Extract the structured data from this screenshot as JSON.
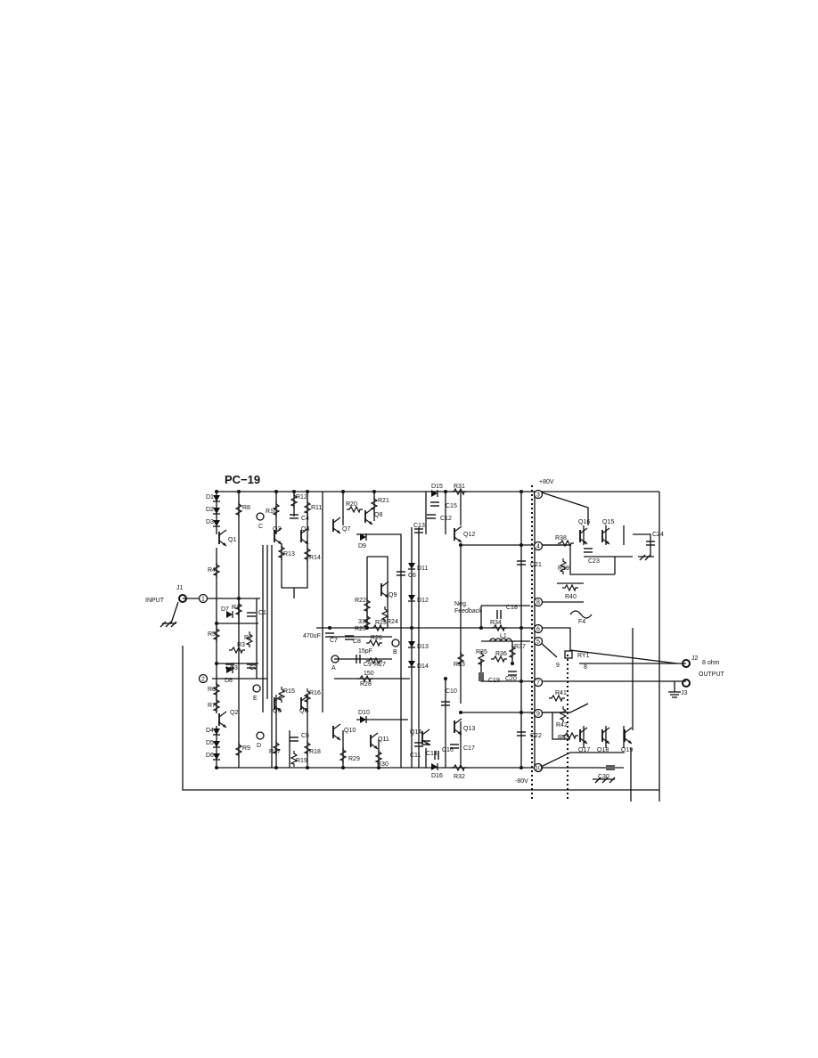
{
  "diagram": {
    "title": "PC−19",
    "supply_positive": "+80V",
    "supply_negative": "-80V",
    "input_label": "INPUT",
    "output_label": "OUTPUT",
    "load_label": "8 ohm",
    "feedback_label": "Neg.\nFeedback",
    "connectors": {
      "j1": "J1",
      "j2": "J2",
      "j3": "J3"
    },
    "test_points": {
      "a": "A",
      "b": "B",
      "c": "C",
      "d": "D",
      "e": "E"
    },
    "values": {
      "c470": "470uF",
      "r33k": "33K",
      "c15p": "15pF",
      "r150": "150"
    },
    "relay": {
      "name": "RY1",
      "pin9": "9",
      "pin8": "8"
    },
    "fuse": "F4",
    "inductor": "L1",
    "nodes": [
      "1",
      "2",
      "3",
      "4",
      "5",
      "6",
      "7",
      "8",
      "9",
      "10"
    ],
    "diodes": [
      {
        "id": "d1",
        "label": "D1"
      },
      {
        "id": "d2",
        "label": "D2"
      },
      {
        "id": "d3",
        "label": "D3"
      },
      {
        "id": "d4",
        "label": "D4"
      },
      {
        "id": "d5",
        "label": "D5"
      },
      {
        "id": "d6",
        "label": "D6"
      },
      {
        "id": "d7",
        "label": "D7"
      },
      {
        "id": "d8",
        "label": "D8"
      },
      {
        "id": "d9",
        "label": "D9"
      },
      {
        "id": "d10",
        "label": "D10"
      },
      {
        "id": "d11",
        "label": "D11"
      },
      {
        "id": "d12",
        "label": "D12"
      },
      {
        "id": "d13",
        "label": "D13"
      },
      {
        "id": "d14",
        "label": "D14"
      },
      {
        "id": "d15",
        "label": "D15"
      },
      {
        "id": "d16",
        "label": "D16"
      }
    ],
    "transistors": [
      {
        "id": "q1",
        "label": "Q1"
      },
      {
        "id": "q2",
        "label": "Q2"
      },
      {
        "id": "q3",
        "label": "Q3"
      },
      {
        "id": "q4",
        "label": "Q4"
      },
      {
        "id": "q5",
        "label": "Q5"
      },
      {
        "id": "q6",
        "label": "Q6"
      },
      {
        "id": "q7",
        "label": "Q7"
      },
      {
        "id": "q8",
        "label": "Q8"
      },
      {
        "id": "q9",
        "label": "Q9"
      },
      {
        "id": "q10",
        "label": "Q10"
      },
      {
        "id": "q11",
        "label": "Q11"
      },
      {
        "id": "q12",
        "label": "Q12"
      },
      {
        "id": "q13",
        "label": "Q13"
      },
      {
        "id": "q14",
        "label": "Q14"
      },
      {
        "id": "q15",
        "label": "Q15"
      },
      {
        "id": "q16",
        "label": "Q16"
      },
      {
        "id": "q17",
        "label": "Q17"
      },
      {
        "id": "q18",
        "label": "Q18"
      },
      {
        "id": "q19",
        "label": "Q19"
      }
    ],
    "resistors": [
      {
        "id": "r1",
        "label": "R1"
      },
      {
        "id": "r2",
        "label": "R2"
      },
      {
        "id": "r3",
        "label": "R3"
      },
      {
        "id": "r4",
        "label": "R4"
      },
      {
        "id": "r5",
        "label": "R5"
      },
      {
        "id": "r6",
        "label": "R6"
      },
      {
        "id": "r7",
        "label": "R7"
      },
      {
        "id": "r8",
        "label": "R8"
      },
      {
        "id": "r9",
        "label": "R9"
      },
      {
        "id": "r10",
        "label": "R10"
      },
      {
        "id": "r11",
        "label": "R11"
      },
      {
        "id": "r12",
        "label": "R12"
      },
      {
        "id": "r13",
        "label": "R13"
      },
      {
        "id": "r14",
        "label": "R14"
      },
      {
        "id": "r15",
        "label": "R15"
      },
      {
        "id": "r16",
        "label": "R16"
      },
      {
        "id": "r17",
        "label": "R17"
      },
      {
        "id": "r18",
        "label": "R18"
      },
      {
        "id": "r19",
        "label": "R19"
      },
      {
        "id": "r20",
        "label": "R20"
      },
      {
        "id": "r21",
        "label": "R21"
      },
      {
        "id": "r22",
        "label": "R22"
      },
      {
        "id": "r23",
        "label": "R23"
      },
      {
        "id": "r24",
        "label": "R24"
      },
      {
        "id": "r25",
        "label": "R25"
      },
      {
        "id": "r26",
        "label": "R26"
      },
      {
        "id": "r27",
        "label": "R27"
      },
      {
        "id": "r28",
        "label": "R28"
      },
      {
        "id": "r29",
        "label": "R29"
      },
      {
        "id": "r30",
        "label": "R30"
      },
      {
        "id": "r31",
        "label": "R31"
      },
      {
        "id": "r32",
        "label": "R32"
      },
      {
        "id": "r33",
        "label": "R33"
      },
      {
        "id": "r34",
        "label": "R34"
      },
      {
        "id": "r35",
        "label": "R35"
      },
      {
        "id": "r36",
        "label": "R36"
      },
      {
        "id": "r37",
        "label": "R37"
      },
      {
        "id": "r38",
        "label": "R38"
      },
      {
        "id": "r39",
        "label": "R39"
      },
      {
        "id": "r40",
        "label": "R40"
      },
      {
        "id": "r41",
        "label": "R41"
      },
      {
        "id": "r42",
        "label": "R42"
      },
      {
        "id": "r43",
        "label": "R43"
      }
    ],
    "capacitors": [
      {
        "id": "c1",
        "label": "C1"
      },
      {
        "id": "c2",
        "label": "C2"
      },
      {
        "id": "c3",
        "label": "C3"
      },
      {
        "id": "c4",
        "label": "C4"
      },
      {
        "id": "c5",
        "label": "C5"
      },
      {
        "id": "c6",
        "label": "C6"
      },
      {
        "id": "c7",
        "label": "C7"
      },
      {
        "id": "c8",
        "label": "C8"
      },
      {
        "id": "c9",
        "label": "C9"
      },
      {
        "id": "c10",
        "label": "C10"
      },
      {
        "id": "c11",
        "label": "C11"
      },
      {
        "id": "c12",
        "label": "C12"
      },
      {
        "id": "c13",
        "label": "C13"
      },
      {
        "id": "c14",
        "label": "C14"
      },
      {
        "id": "c15",
        "label": "C15"
      },
      {
        "id": "c16",
        "label": "C16"
      },
      {
        "id": "c17",
        "label": "C17"
      },
      {
        "id": "c18",
        "label": "C18"
      },
      {
        "id": "c19",
        "label": "C19"
      },
      {
        "id": "c20",
        "label": "C20"
      },
      {
        "id": "c21",
        "label": "C21"
      },
      {
        "id": "c22",
        "label": "C22"
      },
      {
        "id": "c23",
        "label": "C23"
      },
      {
        "id": "c24",
        "label": "C24"
      },
      {
        "id": "c30",
        "label": "C30"
      }
    ]
  }
}
